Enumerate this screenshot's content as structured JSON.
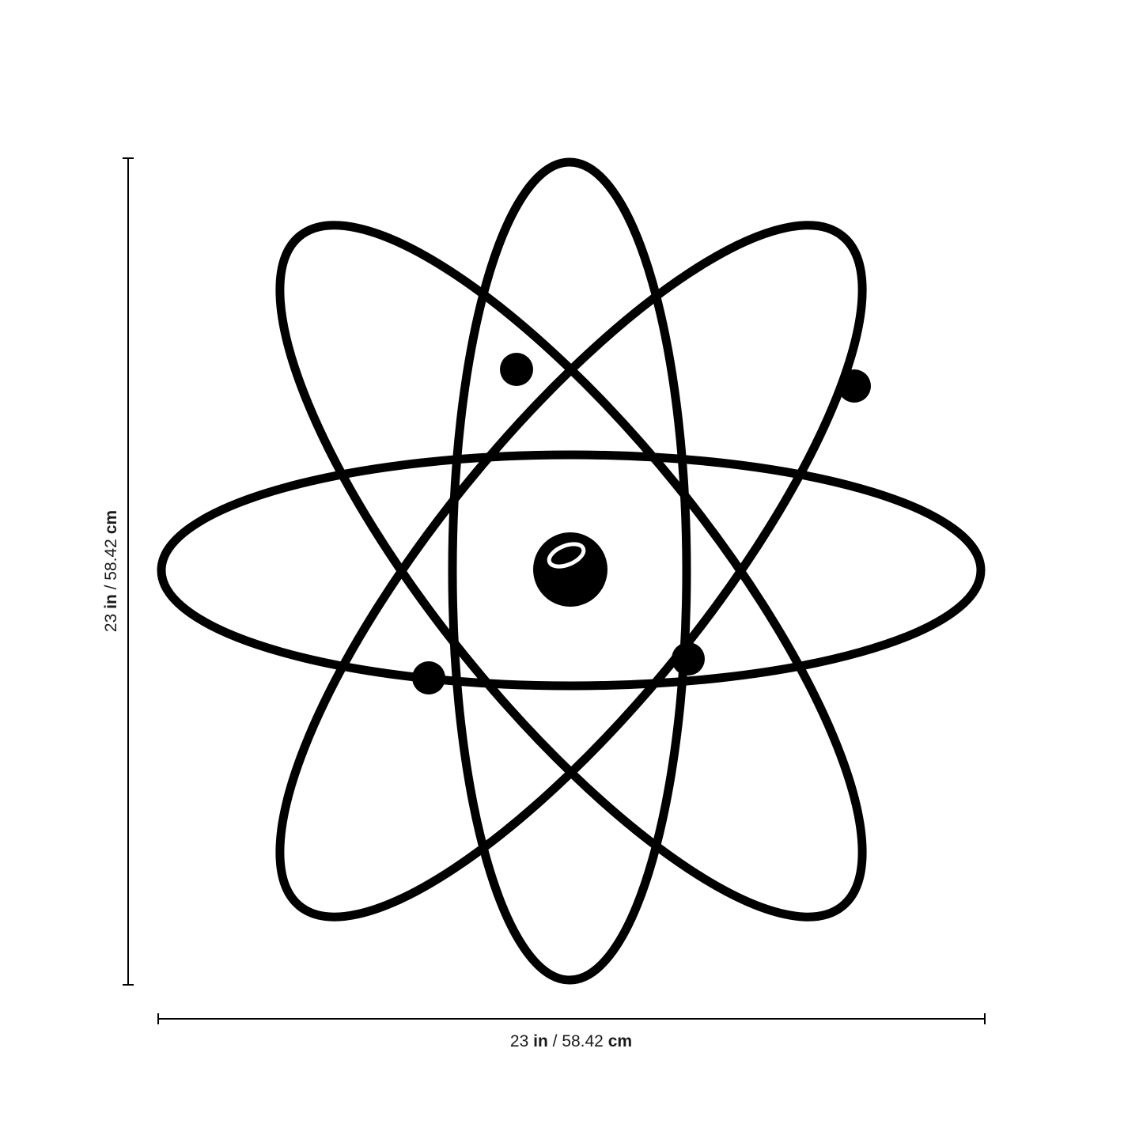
{
  "colors": {
    "ink": "#000000",
    "background": "#ffffff",
    "highlight": "#ffffff"
  },
  "dimensions": {
    "height": {
      "value": "23",
      "unit": "in",
      "separator": " / ",
      "metric_value": "58.42",
      "metric_unit": "cm"
    },
    "width": {
      "value": "23",
      "unit": "in",
      "separator": " / ",
      "metric_value": "58.42",
      "metric_unit": "cm"
    }
  }
}
